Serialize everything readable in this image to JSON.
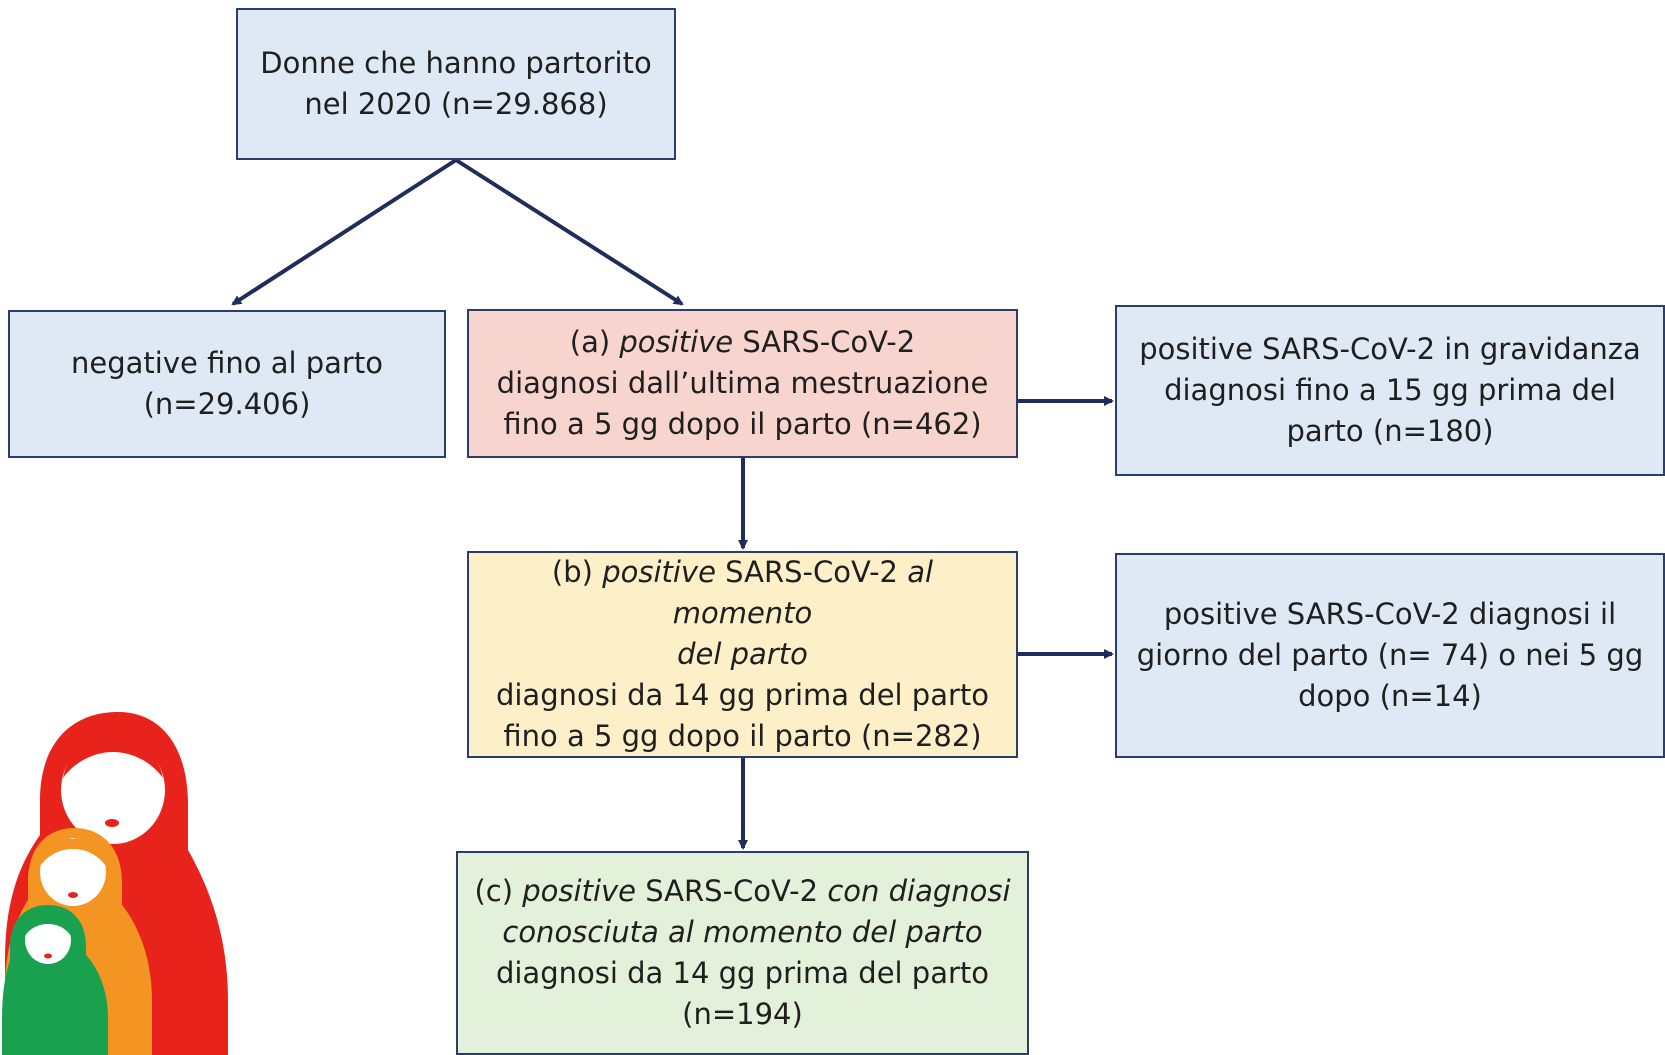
{
  "nodes": {
    "root": {
      "lines": [
        [
          {
            "t": "Donne che hanno partorito"
          }
        ],
        [
          {
            "t": "nel 2020 (n=29.868)"
          }
        ]
      ]
    },
    "negative": {
      "lines": [
        [
          {
            "t": "negative fino al parto"
          }
        ],
        [
          {
            "t": "(n=29.406)"
          }
        ]
      ]
    },
    "a": {
      "lines": [
        [
          {
            "t": "(a) "
          },
          {
            "t": "positive",
            "i": true
          },
          {
            "t": " SARS-CoV-2"
          }
        ],
        [
          {
            "t": "diagnosi dall’ultima mestruazione"
          }
        ],
        [
          {
            "t": "fino a 5 gg dopo il parto (n=462)"
          }
        ]
      ]
    },
    "a_right": {
      "lines": [
        [
          {
            "t": "positive SARS-CoV-2 in gravidanza"
          }
        ],
        [
          {
            "t": "diagnosi fino a 15 gg prima del"
          }
        ],
        [
          {
            "t": "parto (n=180)"
          }
        ]
      ]
    },
    "b": {
      "lines": [
        [
          {
            "t": "(b) "
          },
          {
            "t": "positive",
            "i": true
          },
          {
            "t": " SARS-CoV-2 "
          },
          {
            "t": "al momento",
            "i": true
          }
        ],
        [
          {
            "t": "del parto",
            "i": true
          }
        ],
        [
          {
            "t": "diagnosi da 14 gg prima del parto"
          }
        ],
        [
          {
            "t": "fino a 5 gg dopo il parto (n=282)"
          }
        ]
      ]
    },
    "b_right": {
      "lines": [
        [
          {
            "t": "positive SARS-CoV-2 diagnosi il"
          }
        ],
        [
          {
            "t": "giorno del parto (n= 74) o nei 5 gg"
          }
        ],
        [
          {
            "t": "dopo (n=14)"
          }
        ]
      ]
    },
    "c": {
      "lines": [
        [
          {
            "t": "(c) "
          },
          {
            "t": "positive",
            "i": true
          },
          {
            "t": " SARS-CoV-2 "
          },
          {
            "t": "con diagnosi",
            "i": true
          }
        ],
        [
          {
            "t": "conosciuta al momento del parto",
            "i": true
          }
        ],
        [
          {
            "t": "diagnosi da 14 gg prima del parto"
          }
        ],
        [
          {
            "t": "(n=194)"
          }
        ]
      ]
    }
  },
  "colors": {
    "border": "#2b3e6b",
    "arrow": "#1f2d5c",
    "blue_fill": "#dfe9f5",
    "red_fill": "#f8d4cf",
    "yellow_fill": "#fdf0c9",
    "green_fill": "#e3f0da",
    "doll_red": "#e8231b",
    "doll_orange": "#f39423",
    "doll_green": "#1aa150"
  },
  "decoration": "matryoshka-dolls"
}
